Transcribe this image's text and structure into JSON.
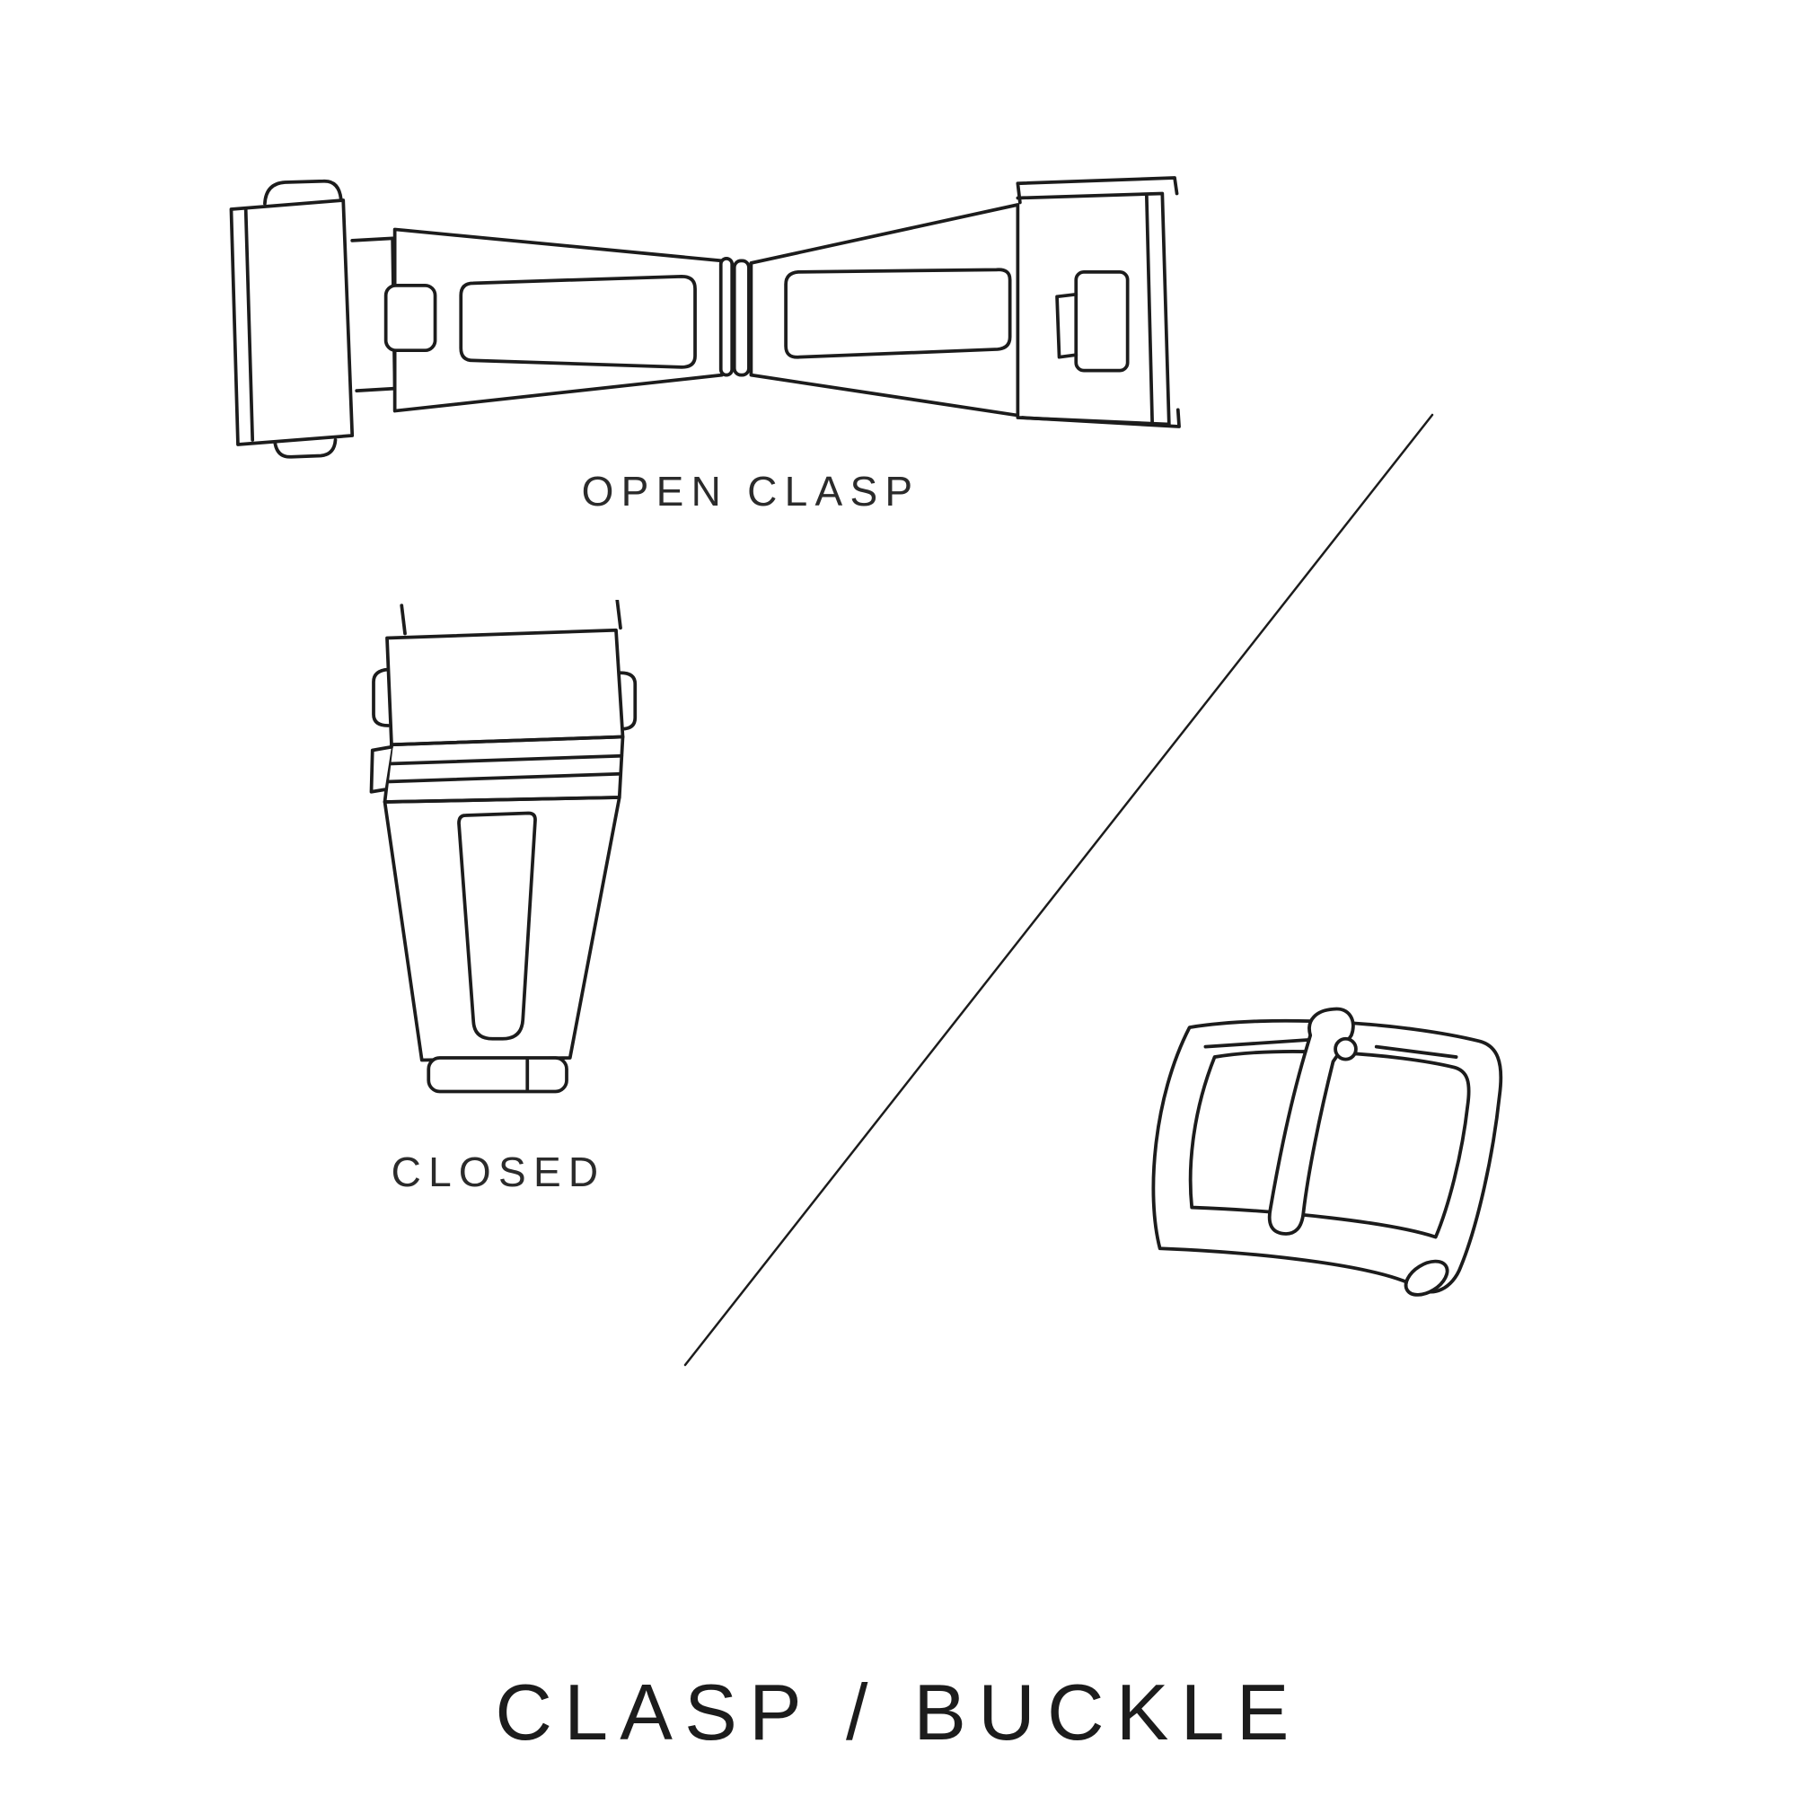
{
  "page": {
    "title": "CLASP / BUCKLE",
    "colors": {
      "ink": "#1c1c1c",
      "caption": "#2b2b2b",
      "background": "#ffffff"
    }
  },
  "figures": {
    "open_clasp": {
      "label": "OPEN CLASP",
      "icon": "open-clasp-illustration"
    },
    "closed_clasp": {
      "label": "CLOSED",
      "icon": "closed-clasp-illustration"
    },
    "buckle": {
      "icon": "buckle-illustration"
    }
  },
  "divider": {
    "icon": "diagonal-divider-line"
  }
}
